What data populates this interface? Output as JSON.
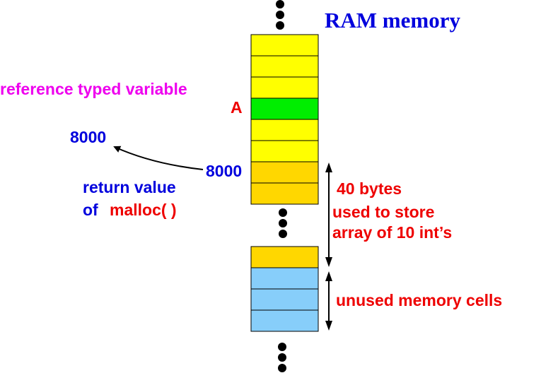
{
  "title": "RAM memory",
  "labels": {
    "reference_typed_variable": "reference typed variable",
    "variable_name": "A",
    "pointer_value": "8000",
    "address_label": "8000",
    "return_value_line1": "return value",
    "return_value_line2_prefix": "of",
    "return_value_line2_func": "malloc( )",
    "bytes_line1": "40 bytes",
    "bytes_line2": "used to store",
    "bytes_line3": "array of 10 int’s",
    "unused": "unused memory cells"
  },
  "memory": {
    "upper_block": [
      "other",
      "other",
      "other",
      "variable-A",
      "other",
      "other",
      "allocated",
      "allocated"
    ],
    "lower_block": [
      "allocated",
      "unused",
      "unused",
      "unused"
    ]
  },
  "colors": {
    "title": "#0000dd",
    "reference_label": "#ee00ee",
    "red_text": "#ee0000",
    "blue_text": "#0000dd",
    "cell_other": "#ffff00",
    "cell_variable": "#00ee00",
    "cell_allocated": "#ffd700",
    "cell_unused": "#87cefa",
    "outline": "#000000"
  }
}
